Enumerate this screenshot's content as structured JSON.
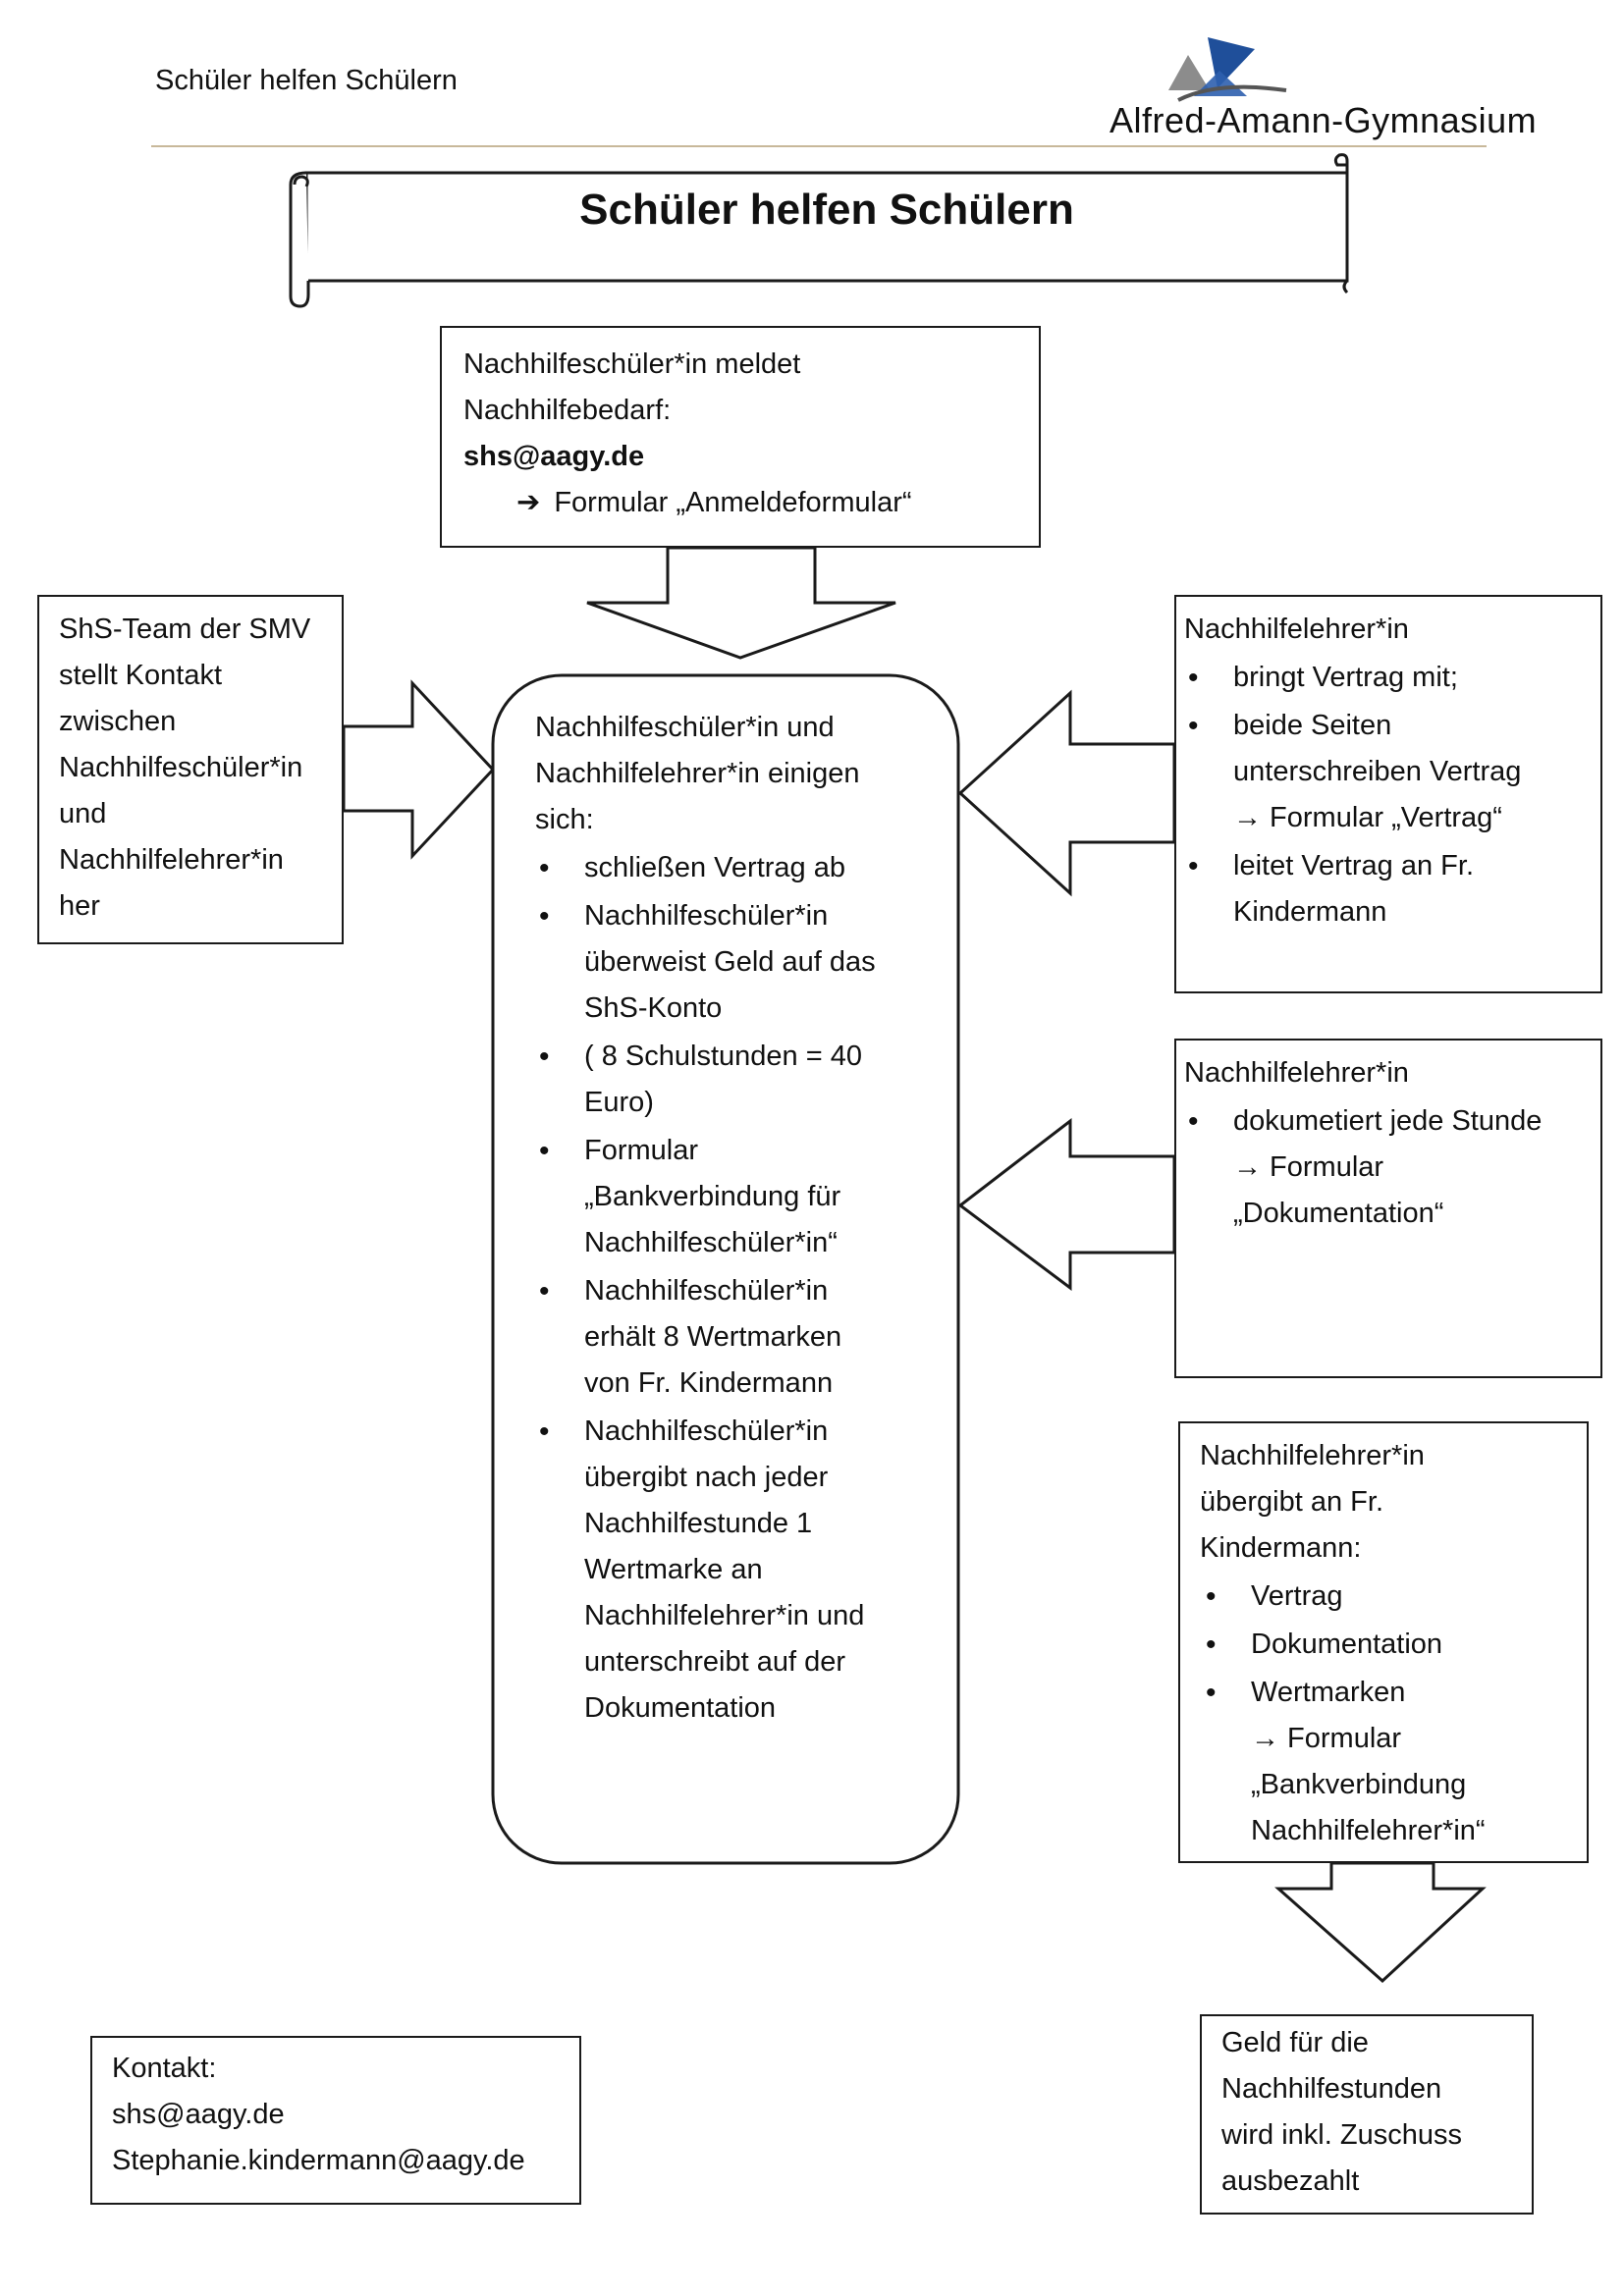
{
  "header": {
    "running_title": "Schüler helfen Schülern",
    "school_name": "Alfred-Amann-Gymnasium"
  },
  "banner": {
    "title": "Schüler helfen Schülern"
  },
  "top_box": {
    "line1": "Nachhilfeschüler*in meldet",
    "line2": "Nachhilfebedarf:",
    "email": "shs@aagy.de",
    "arrow_glyph": "➔",
    "form": "Formular „Anmeldeformular“"
  },
  "left_box": {
    "lines": [
      "ShS-Team der SMV",
      "stellt Kontakt",
      "zwischen",
      "Nachhilfeschüler*in",
      "und",
      "Nachhilfelehrer*in",
      "her"
    ]
  },
  "center_box": {
    "intro": [
      "Nachhilfeschüler*in und",
      "Nachhilfelehrer*in einigen",
      "sich:"
    ],
    "items": [
      {
        "lines": [
          "schließen Vertrag ab"
        ]
      },
      {
        "lines": [
          "Nachhilfeschüler*in",
          "überweist Geld auf das",
          "ShS-Konto"
        ]
      },
      {
        "lines": [
          "( 8 Schulstunden = 40",
          "Euro)"
        ]
      },
      {
        "lines": [
          "Formular",
          "„Bankverbindung für",
          "Nachhilfeschüler*in“"
        ]
      },
      {
        "lines": [
          "Nachhilfeschüler*in",
          "erhält 8 Wertmarken",
          "von Fr. Kindermann"
        ]
      },
      {
        "lines": [
          "Nachhilfeschüler*in",
          "übergibt nach jeder",
          "Nachhilfestunde 1",
          "Wertmarke an",
          "Nachhilfelehrer*in und",
          "unterschreibt auf der",
          "Dokumentation"
        ]
      }
    ]
  },
  "right_box_1": {
    "heading": "Nachhilfelehrer*in",
    "items": [
      {
        "lines": [
          "bringt Vertrag mit;"
        ]
      },
      {
        "lines": [
          "beide  Seiten",
          "unterschreiben Vertrag",
          "→ Formular „Vertrag“"
        ]
      },
      {
        "lines": [
          "leitet Vertrag an Fr.",
          "Kindermann"
        ]
      }
    ]
  },
  "right_box_2": {
    "heading": "Nachhilfelehrer*in",
    "items": [
      {
        "lines": [
          "dokumetiert jede Stunde",
          "→ Formular",
          "„Dokumentation“"
        ]
      }
    ]
  },
  "right_box_3": {
    "heading_lines": [
      "Nachhilfelehrer*in",
      "übergibt an Fr.",
      "Kindermann:"
    ],
    "items": [
      {
        "lines": [
          "Vertrag"
        ]
      },
      {
        "lines": [
          "Dokumentation"
        ]
      },
      {
        "lines": [
          "Wertmarken",
          "→ Formular",
          "„Bankverbindung",
          "Nachhilfelehrer*in“"
        ]
      }
    ]
  },
  "bottom_right_box": {
    "lines": [
      "Geld für die",
      "Nachhilfestunden",
      "wird inkl. Zuschuss",
      "ausbezahlt"
    ]
  },
  "contact_box": {
    "label": "Kontakt:",
    "email1": "shs@aagy.de",
    "email2": "Stephanie.kindermann@aagy.de"
  },
  "colors": {
    "line": "#1a1a1a",
    "header_rule": "#c8b89a",
    "logo_blue": "#1f4f9a",
    "logo_grey": "#8c8c8c"
  }
}
